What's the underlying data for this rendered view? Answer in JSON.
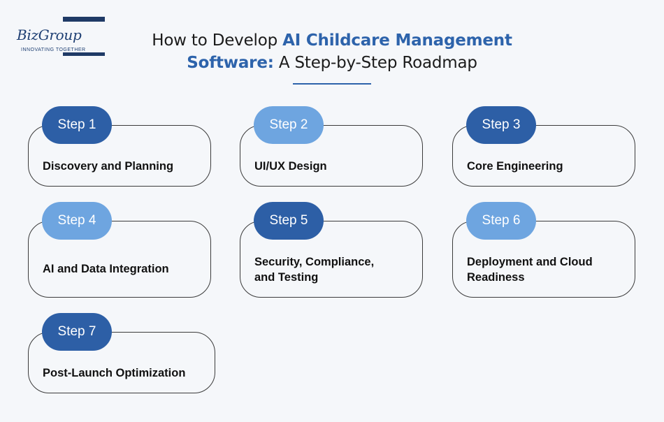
{
  "brand": {
    "name": "BizGroup",
    "tagline": "INNOVATING TOGETHER"
  },
  "title": {
    "part1": "How to Develop ",
    "highlight1": "AI Childcare Management",
    "highlight2": "Software:",
    "part2": " A Step-by-Step Roadmap"
  },
  "steps": [
    {
      "label": "Step 1",
      "text": "Discovery and Planning"
    },
    {
      "label": "Step 2",
      "text": "UI/UX Design"
    },
    {
      "label": "Step 3",
      "text": "Core Engineering"
    },
    {
      "label": "Step 4",
      "text": "AI and Data Integration"
    },
    {
      "label": "Step 5",
      "text": "Security, Compliance, and Testing"
    },
    {
      "label": "Step 6",
      "text": "Deployment and Cloud Readiness"
    },
    {
      "label": "Step 7",
      "text": "Post-Launch Optimization"
    }
  ],
  "colors": {
    "accent": "#2d63ab",
    "pill_dark": "#2d5fa6",
    "pill_light": "#6ea5e0",
    "background": "#f5f7fa"
  }
}
